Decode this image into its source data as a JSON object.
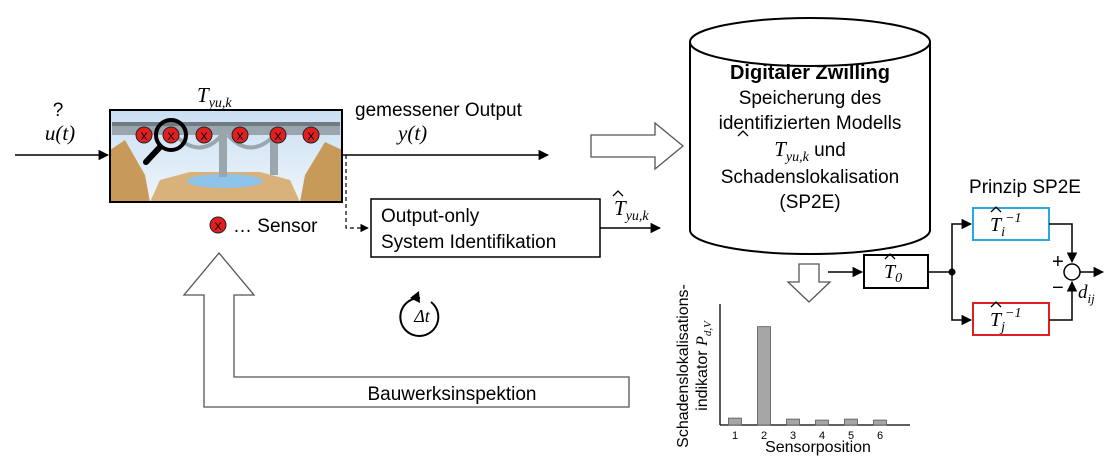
{
  "input": {
    "question_mark": "?",
    "signal": "u(t)"
  },
  "system": {
    "transfer_label": "T",
    "transfer_sub": "yu,k"
  },
  "output": {
    "title": "gemessener Output",
    "signal": "y(t)"
  },
  "legend": {
    "sensor_text": "… Sensor",
    "sensor_mark": "X"
  },
  "identification": {
    "line1": "Output-only",
    "line2": "System Identifikation",
    "result_label": "T",
    "result_sub": "yu,k"
  },
  "twin": {
    "title": "Digitaler Zwilling",
    "line1": "Speicherung des",
    "line2": "identifizierten Modells",
    "line3_sym": "T",
    "line3_sub": "yu,k",
    "line3_tail": " und",
    "line4": "Schadenslokalisation",
    "line5": "(SP2E)"
  },
  "feedback": {
    "label": "Bauwerksinspektion",
    "time_symbol": "Δt"
  },
  "principle": {
    "title": "Prinzip SP2E",
    "t0_sym": "T",
    "t0_sub": "0",
    "ti_sym": "T",
    "ti_sub": "i",
    "ti_sup": "−1",
    "tj_sym": "T",
    "tj_sub": "j",
    "tj_sup": "−1",
    "plus": "+",
    "minus": "−",
    "out_sym": "d",
    "out_sub": "ij",
    "colors": {
      "ti_border": "#29a8e0",
      "tj_border": "#e02020"
    }
  },
  "chart_data": {
    "type": "bar",
    "categories": [
      "1",
      "2",
      "3",
      "4",
      "5",
      "6"
    ],
    "values": [
      0.07,
      1.0,
      0.06,
      0.05,
      0.06,
      0.05
    ],
    "xlabel": "Sensorposition",
    "ylabel_line1": "Schadenslokalisations-",
    "ylabel_line2": "indikator",
    "ylabel_sym": "P",
    "ylabel_sub": "d,V",
    "bar_color": "#a6a6a6",
    "ylim": [
      0,
      1.2
    ]
  }
}
